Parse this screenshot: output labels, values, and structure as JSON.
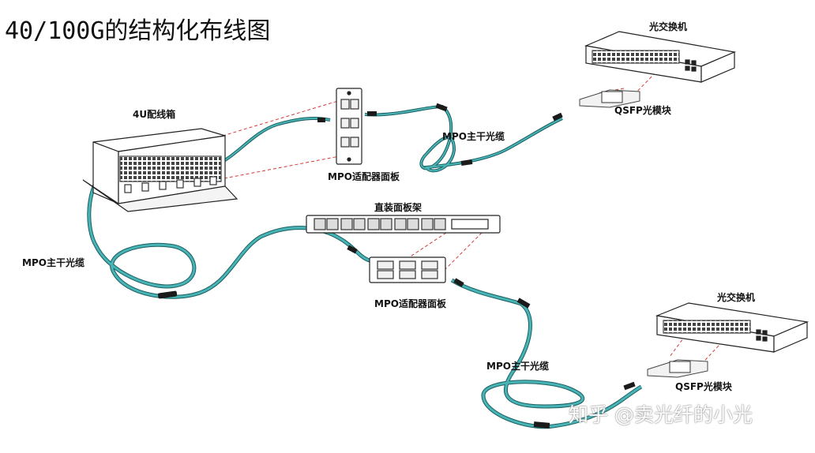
{
  "title": "40/100G的结构化布线图",
  "watermark": "知乎 @卖光纤的小光",
  "labels": {
    "switch_top": "光交换机",
    "switch_bottom": "光交换机",
    "qsfp_top": "QSFP光模块",
    "qsfp_bottom": "QSFP光模块",
    "box_4u": "4U配线箱",
    "mpo_adapter_top": "MPO适配器面板",
    "mpo_adapter_bottom": "MPO适配器面板",
    "mpo_trunk_left": "MPO主干光缆",
    "mpo_trunk_top": "MPO主干光缆",
    "mpo_trunk_bottom": "MPO主干光缆",
    "rack_panel": "直装面板架"
  },
  "colors": {
    "cable": "#3fa6a8",
    "cable_edge": "#1c5f61",
    "connector": "#1b1b1b",
    "dashed": "#d23a3a",
    "device_line": "#222222"
  }
}
